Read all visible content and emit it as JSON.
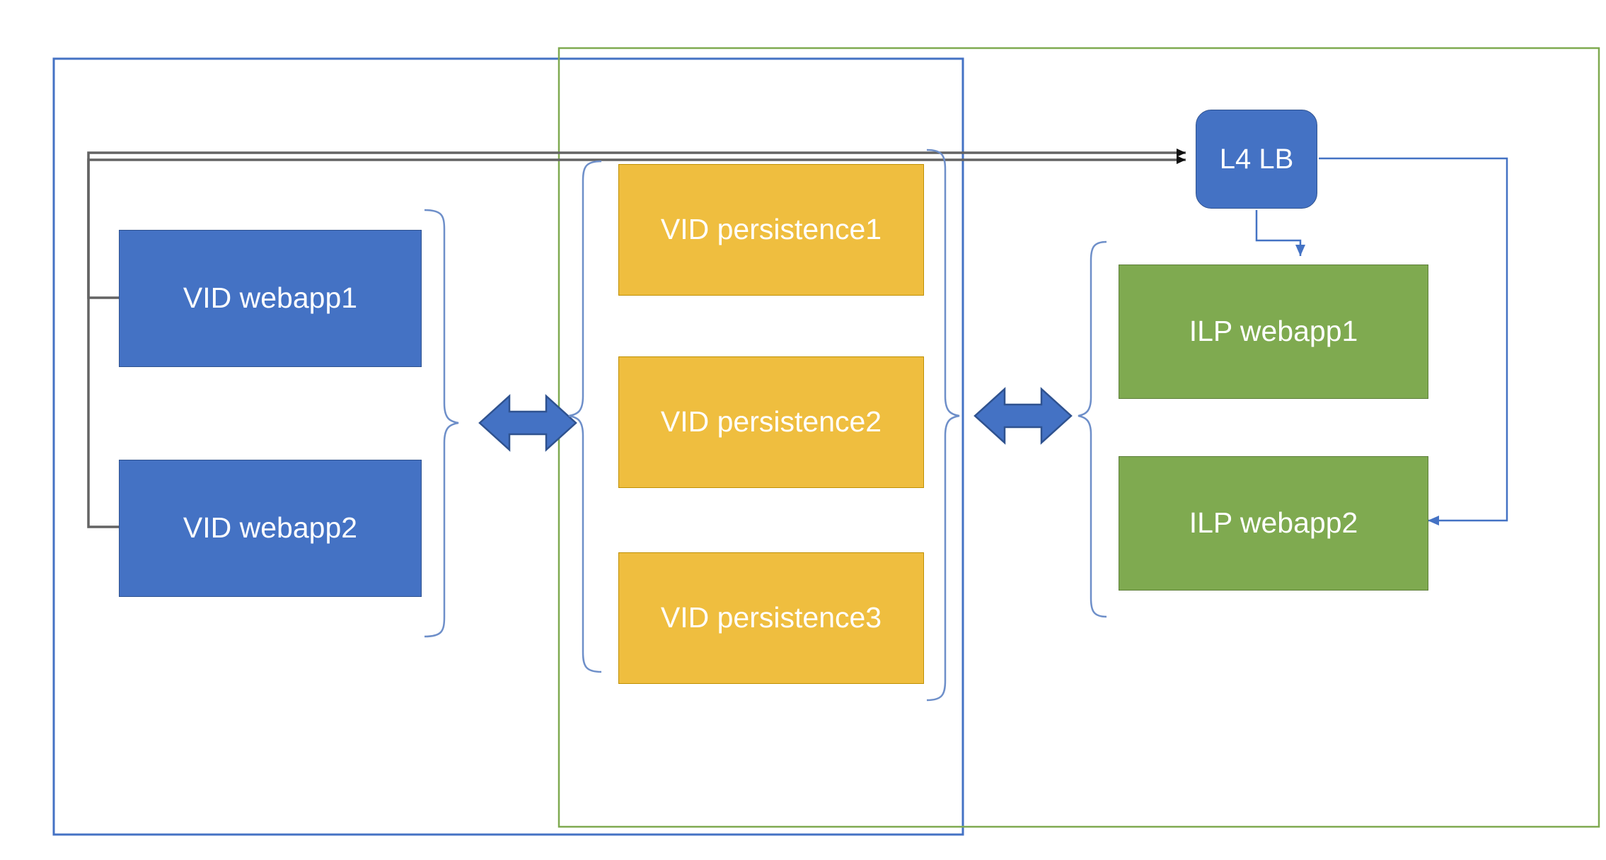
{
  "diagram": {
    "title": "VID / ILP deployment topology",
    "colors": {
      "vid_zone_border": "#4472C4",
      "ilp_zone_border": "#7FAA50",
      "webapp_fill": "#4472C4",
      "persistence_fill": "#EFBE3F",
      "ilp_fill": "#7FAA50",
      "connector_gray": "#636363",
      "connector_blue": "#4472C4",
      "arrow_fill": "#4472C4",
      "arrow_stroke": "#2F528F"
    },
    "zones": [
      {
        "id": "vid-zone",
        "name": "VID site boundary",
        "border_color": "#4472C4"
      },
      {
        "id": "ilp-zone",
        "name": "ILP site boundary",
        "border_color": "#7FAA50"
      }
    ],
    "nodes": {
      "vid_webapps": [
        {
          "id": "vid-webapp1",
          "label": "VID webapp1"
        },
        {
          "id": "vid-webapp2",
          "label": "VID webapp2"
        }
      ],
      "vid_persistence": [
        {
          "id": "vid-persistence1",
          "label": "VID persistence1"
        },
        {
          "id": "vid-persistence2",
          "label": "VID persistence2"
        },
        {
          "id": "vid-persistence3",
          "label": "VID persistence3"
        }
      ],
      "load_balancer": {
        "id": "l4-lb",
        "label": "L4 LB"
      },
      "ilp_webapps": [
        {
          "id": "ilp-webapp1",
          "label": "ILP webapp1"
        },
        {
          "id": "ilp-webapp2",
          "label": "ILP webapp2"
        }
      ]
    },
    "connectors": {
      "webapp_to_lb": {
        "name": "VID webapps to L4 LB",
        "count": 2,
        "style": "solid-gray-with-arrowhead",
        "color": "#636363"
      },
      "lb_to_ilp_webapp1": {
        "name": "L4 LB to ILP webapp1",
        "style": "solid-blue-with-arrowhead",
        "color": "#4472C4"
      },
      "lb_to_ilp_webapp2": {
        "name": "L4 LB to ILP webapp2",
        "style": "solid-blue-with-arrowhead",
        "color": "#4472C4"
      }
    },
    "braces": [
      {
        "id": "brace-vid-webapps",
        "name": "brace grouping VID webapps",
        "direction": "right"
      },
      {
        "id": "brace-vid-persistence-left",
        "name": "brace grouping VID persistence (left)",
        "direction": "left"
      },
      {
        "id": "brace-vid-persistence-right",
        "name": "brace grouping VID persistence (right)",
        "direction": "right"
      },
      {
        "id": "brace-ilp-webapps",
        "name": "brace grouping ILP webapps",
        "direction": "left"
      }
    ],
    "bidirectional_arrows": [
      {
        "id": "arrow-webapp-persistence",
        "name": "VID webapps <-> VID persistence"
      },
      {
        "id": "arrow-persistence-ilp",
        "name": "VID persistence <-> ILP webapps"
      }
    ]
  }
}
